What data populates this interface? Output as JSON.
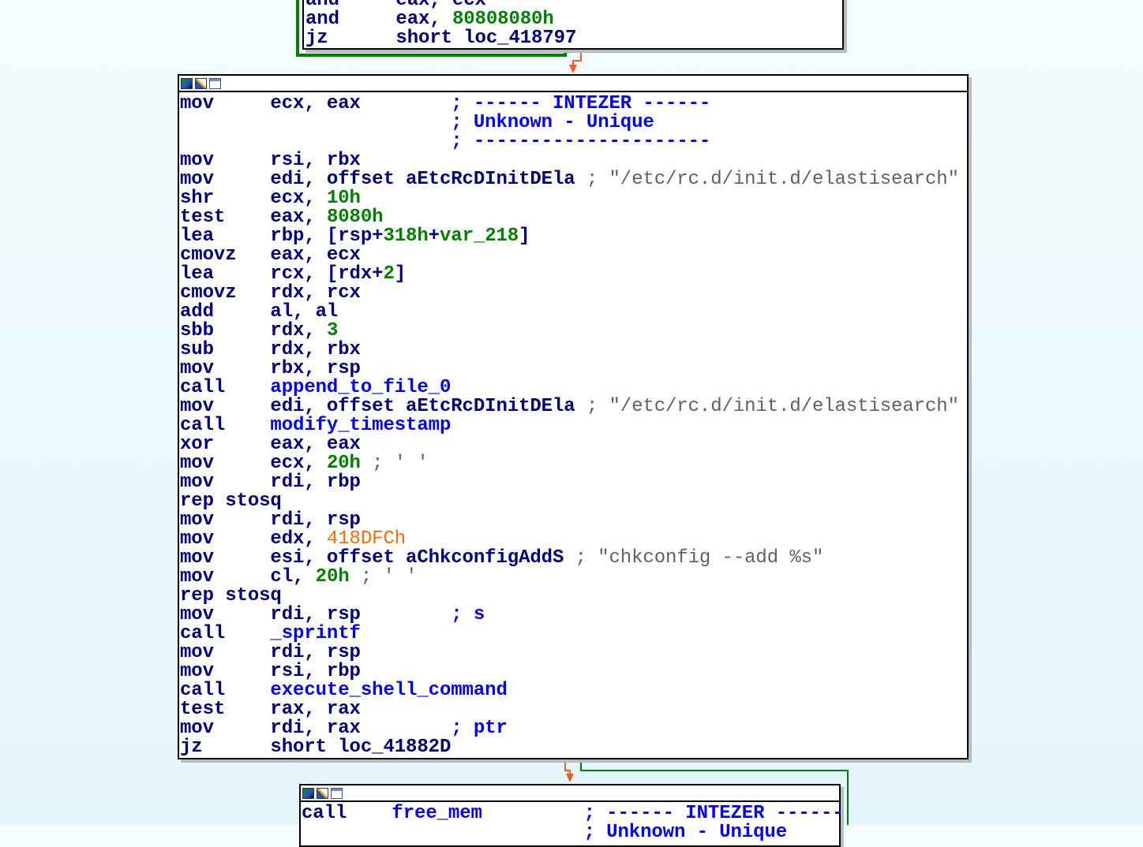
{
  "blocks": [
    {
      "id": "top",
      "lines": [
        [
          [
            "m",
            "and     "
          ],
          [
            "o",
            "eax, ecx"
          ]
        ],
        [
          [
            "m",
            "and     "
          ],
          [
            "o",
            "eax, "
          ],
          [
            "n",
            "80808080h"
          ]
        ],
        [
          [
            "m",
            "jz      "
          ],
          [
            "o",
            "short loc_418797"
          ]
        ]
      ]
    },
    {
      "id": "main",
      "lines": [
        [
          [
            "m",
            "mov     "
          ],
          [
            "o",
            "ecx, eax        "
          ],
          [
            "c",
            "; ------ INTEZER ------"
          ]
        ],
        [
          [
            "o",
            "                        "
          ],
          [
            "c",
            "; Unknown - Unique"
          ]
        ],
        [
          [
            "o",
            "                        "
          ],
          [
            "c",
            "; ---------------------"
          ]
        ],
        [
          [
            "m",
            "mov     "
          ],
          [
            "o",
            "rsi, rbx"
          ]
        ],
        [
          [
            "m",
            "mov     "
          ],
          [
            "o",
            "edi, offset aEtcRcDInitDEla "
          ],
          [
            "g",
            "; \"/etc/rc.d/init.d/elastisearch\""
          ]
        ],
        [
          [
            "m",
            "shr     "
          ],
          [
            "o",
            "ecx, "
          ],
          [
            "n",
            "10h"
          ]
        ],
        [
          [
            "m",
            "test    "
          ],
          [
            "o",
            "eax, "
          ],
          [
            "n",
            "8080h"
          ]
        ],
        [
          [
            "m",
            "lea     "
          ],
          [
            "o",
            "rbp, [rsp+"
          ],
          [
            "n",
            "318h"
          ],
          [
            "o",
            "+"
          ],
          [
            "n",
            "var_218"
          ],
          [
            "o",
            "]"
          ]
        ],
        [
          [
            "m",
            "cmovz   "
          ],
          [
            "o",
            "eax, ecx"
          ]
        ],
        [
          [
            "m",
            "lea     "
          ],
          [
            "o",
            "rcx, [rdx+"
          ],
          [
            "n",
            "2"
          ],
          [
            "o",
            "]"
          ]
        ],
        [
          [
            "m",
            "cmovz   "
          ],
          [
            "o",
            "rdx, rcx"
          ]
        ],
        [
          [
            "m",
            "add     "
          ],
          [
            "o",
            "al, al"
          ]
        ],
        [
          [
            "m",
            "sbb     "
          ],
          [
            "o",
            "rdx, "
          ],
          [
            "n",
            "3"
          ]
        ],
        [
          [
            "m",
            "sub     "
          ],
          [
            "o",
            "rdx, rbx"
          ]
        ],
        [
          [
            "m",
            "mov     "
          ],
          [
            "o",
            "rbx, rsp"
          ]
        ],
        [
          [
            "m",
            "call    "
          ],
          [
            "s",
            "append_to_file_0"
          ]
        ],
        [
          [
            "m",
            "mov     "
          ],
          [
            "o",
            "edi, offset aEtcRcDInitDEla "
          ],
          [
            "g",
            "; \"/etc/rc.d/init.d/elastisearch\""
          ]
        ],
        [
          [
            "m",
            "call    "
          ],
          [
            "s",
            "modify_timestamp"
          ]
        ],
        [
          [
            "m",
            "xor     "
          ],
          [
            "o",
            "eax, eax"
          ]
        ],
        [
          [
            "m",
            "mov     "
          ],
          [
            "o",
            "ecx, "
          ],
          [
            "n",
            "20h"
          ],
          [
            "g",
            " ; ' '"
          ]
        ],
        [
          [
            "m",
            "mov     "
          ],
          [
            "o",
            "rdi, rbp"
          ]
        ],
        [
          [
            "m",
            "rep stosq"
          ]
        ],
        [
          [
            "m",
            "mov     "
          ],
          [
            "o",
            "rdi, rsp"
          ]
        ],
        [
          [
            "m",
            "mov     "
          ],
          [
            "o",
            "edx, "
          ],
          [
            "a",
            "418DFCh"
          ]
        ],
        [
          [
            "m",
            "mov     "
          ],
          [
            "o",
            "esi, offset aChkconfigAddS "
          ],
          [
            "g",
            "; \"chkconfig --add %s\""
          ]
        ],
        [
          [
            "m",
            "mov     "
          ],
          [
            "o",
            "cl, "
          ],
          [
            "n",
            "20h"
          ],
          [
            "g",
            " ; ' '"
          ]
        ],
        [
          [
            "m",
            "rep stosq"
          ]
        ],
        [
          [
            "m",
            "mov     "
          ],
          [
            "o",
            "rdi, rsp        "
          ],
          [
            "c",
            "; s"
          ]
        ],
        [
          [
            "m",
            "call    "
          ],
          [
            "s",
            "_sprintf"
          ]
        ],
        [
          [
            "m",
            "mov     "
          ],
          [
            "o",
            "rdi, rsp"
          ]
        ],
        [
          [
            "m",
            "mov     "
          ],
          [
            "o",
            "rsi, rbp"
          ]
        ],
        [
          [
            "m",
            "call    "
          ],
          [
            "s",
            "execute_shell_command"
          ]
        ],
        [
          [
            "m",
            "test    "
          ],
          [
            "o",
            "rax, rax"
          ]
        ],
        [
          [
            "m",
            "mov     "
          ],
          [
            "o",
            "rdi, rax        "
          ],
          [
            "c",
            "; ptr"
          ]
        ],
        [
          [
            "m",
            "jz      "
          ],
          [
            "o",
            "short loc_41882D"
          ]
        ]
      ]
    },
    {
      "id": "bottom",
      "lines": [
        [
          [
            "m",
            "call    "
          ],
          [
            "s",
            "free_mem         "
          ],
          [
            "c",
            "; ------ INTEZER ------"
          ]
        ],
        [
          [
            "o",
            "                         "
          ],
          [
            "c",
            "; Unknown - Unique"
          ]
        ]
      ]
    }
  ]
}
